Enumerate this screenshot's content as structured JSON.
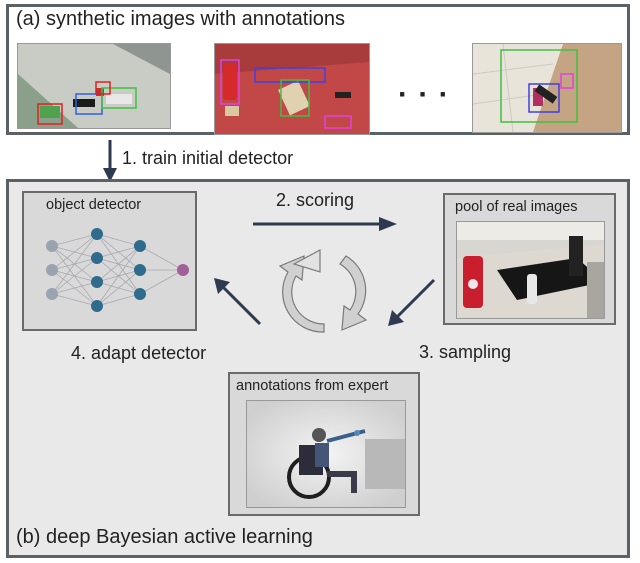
{
  "panel_a": {
    "title": "(a) synthetic images with annotations",
    "ellipsis": "· · ·"
  },
  "step1": {
    "label": "1. train initial detector"
  },
  "panel_b": {
    "title": "(b) deep Bayesian active learning",
    "detector_box": {
      "title": "object detector"
    },
    "pool_box": {
      "title": "pool of real images"
    },
    "expert_box": {
      "title": "annotations from expert"
    },
    "steps": {
      "scoring": "2. scoring",
      "sampling": "3. sampling",
      "adapt": "4. adapt detector"
    }
  },
  "colors": {
    "frame": "#5a6268",
    "panel_bg": "#e9e9e9",
    "arrow": "#2e3a4f",
    "node_blue": "#2e6b8c",
    "node_purple": "#a0609a",
    "node_grey": "#9aa3b0"
  }
}
